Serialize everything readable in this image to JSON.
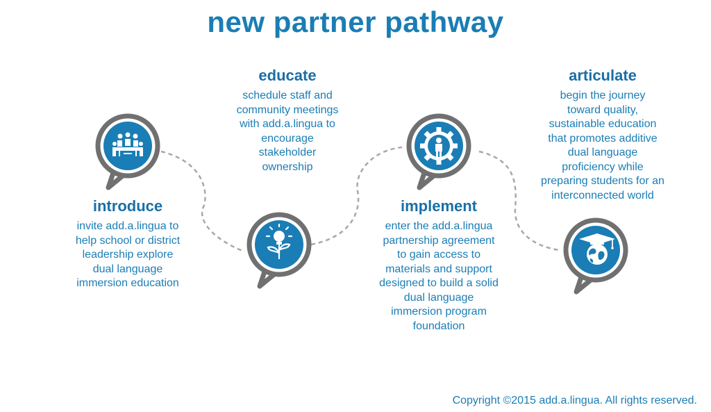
{
  "title": "new partner pathway",
  "stages": {
    "introduce": {
      "heading": "introduce",
      "lines": [
        "invite add.a.lingua to",
        "help school or district",
        "leadership explore",
        "dual language",
        "immersion education"
      ],
      "icon": "meeting-icon"
    },
    "educate": {
      "heading": "educate",
      "lines": [
        "schedule staff and",
        "community meetings",
        "with add.a.lingua to",
        "encourage",
        "stakeholder",
        "ownership"
      ],
      "icon": "lightbulb-plant-icon"
    },
    "implement": {
      "heading": "implement",
      "lines": [
        "enter the add.a.lingua",
        "partnership agreement",
        "to gain access to",
        "materials and support",
        "designed to build a solid",
        "dual language",
        "immersion program",
        "foundation"
      ],
      "icon": "gear-person-icon"
    },
    "articulate": {
      "heading": "articulate",
      "lines": [
        "begin the journey",
        "toward quality,",
        "sustainable education",
        "that promotes additive",
        "dual language",
        "proficiency while",
        "preparing students for an",
        "interconnected world"
      ],
      "icon": "graduation-globe-icon"
    }
  },
  "copyright": "Copyright ©2015 add.a.lingua. All rights reserved.",
  "colors": {
    "primary": "#1a7db5",
    "heading": "#1a6fa6",
    "ring": "#7a7a7a",
    "connector": "#a8a8a8"
  }
}
